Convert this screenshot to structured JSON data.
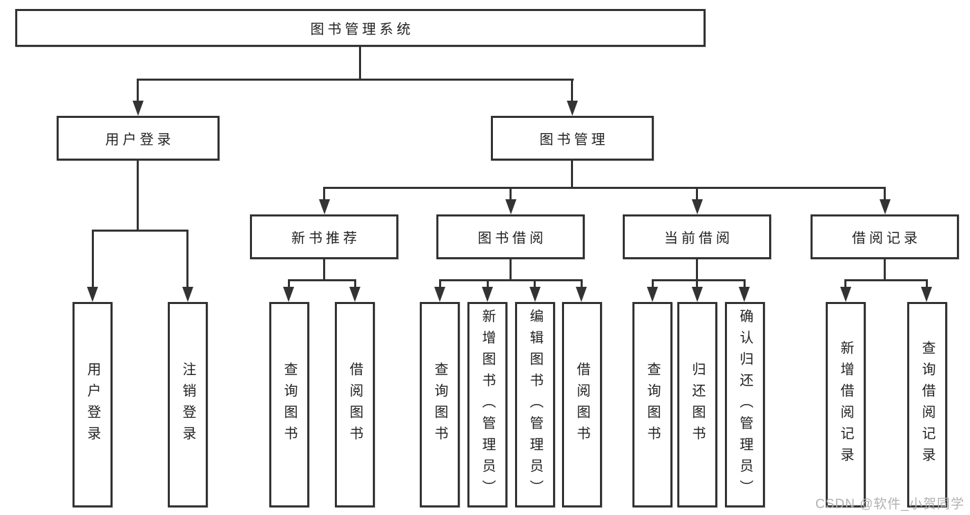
{
  "tree": {
    "root": "图书管理系统",
    "branches": [
      {
        "label": "用户登录",
        "leaves": [
          "用户登录",
          "注销登录"
        ]
      },
      {
        "label": "图书管理",
        "groups": [
          {
            "label": "新书推荐",
            "leaves": [
              "查询图书",
              "借阅图书"
            ]
          },
          {
            "label": "图书借阅",
            "leaves": [
              "查询图书",
              "新增图书（管理员）",
              "编辑图书（管理员）",
              "借阅图书"
            ]
          },
          {
            "label": "当前借阅",
            "leaves": [
              "查询图书",
              "归还图书",
              "确认归还（管理员）"
            ]
          },
          {
            "label": "借阅记录",
            "leaves": [
              "新增借阅记录",
              "查询借阅记录"
            ]
          }
        ]
      }
    ]
  },
  "watermark": {
    "text": "CSDN @软件_小贺同学",
    "color": "#b1b1b1"
  },
  "colors": {
    "line": "#333333",
    "text": "#222222",
    "box_background": "#ffffff",
    "page_background": "#ffffff"
  }
}
